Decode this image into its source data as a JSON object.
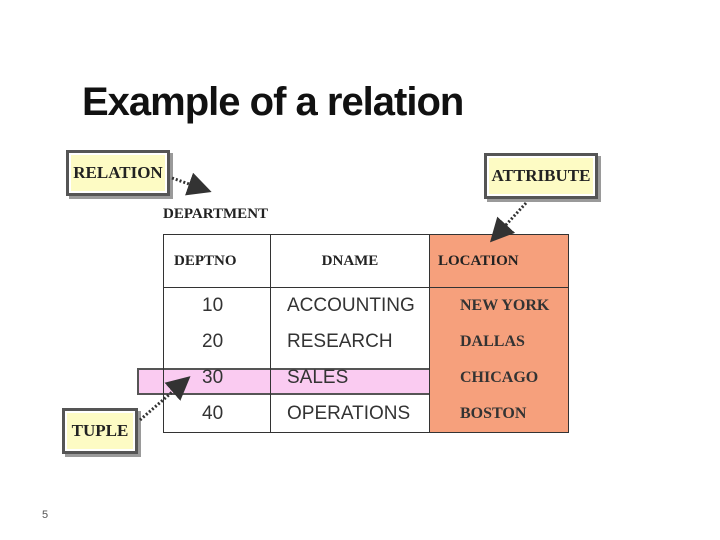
{
  "slide": {
    "title": "Example of a relation",
    "page_number": "5"
  },
  "labels": {
    "relation": "RELATION",
    "attribute": "ATTRIBUTE",
    "tuple": "TUPLE"
  },
  "table": {
    "caption": "DEPARTMENT",
    "columns": [
      "DEPTNO",
      "DNAME",
      "LOCATION"
    ],
    "rows": [
      [
        "10",
        "ACCOUNTING",
        "NEW YORK"
      ],
      [
        "20",
        "RESEARCH",
        "DALLAS"
      ],
      [
        "30",
        "SALES",
        "CHICAGO"
      ],
      [
        "40",
        "OPERATIONS",
        "BOSTON"
      ]
    ]
  },
  "colors": {
    "attribute_column": "#f6a07c",
    "tuple_highlight": "#f5a0e6",
    "label_box": "#fdfbc4"
  }
}
